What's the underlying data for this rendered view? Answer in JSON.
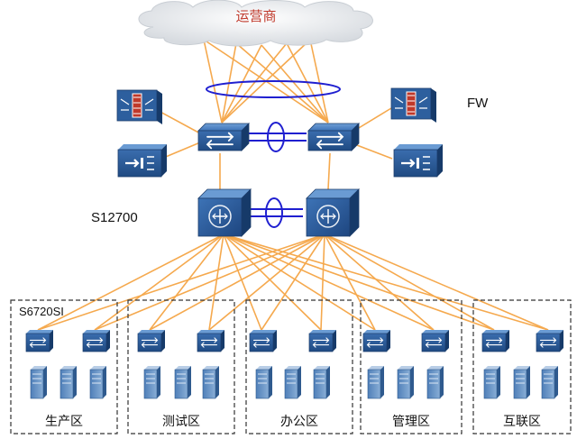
{
  "cloud_label": "运营商",
  "fw_label": "FW",
  "core_label": "S12700",
  "access_label": "S6720SI",
  "zones": [
    "生产区",
    "测试区",
    "办公区",
    "管理区",
    "互联区"
  ],
  "colors": {
    "link": "#f5a94e",
    "stack_ring": "#1f1fd0",
    "cloud_text": "#c0392b",
    "switch_body": "#2b5f9e",
    "server_body": "#5c86b8"
  }
}
